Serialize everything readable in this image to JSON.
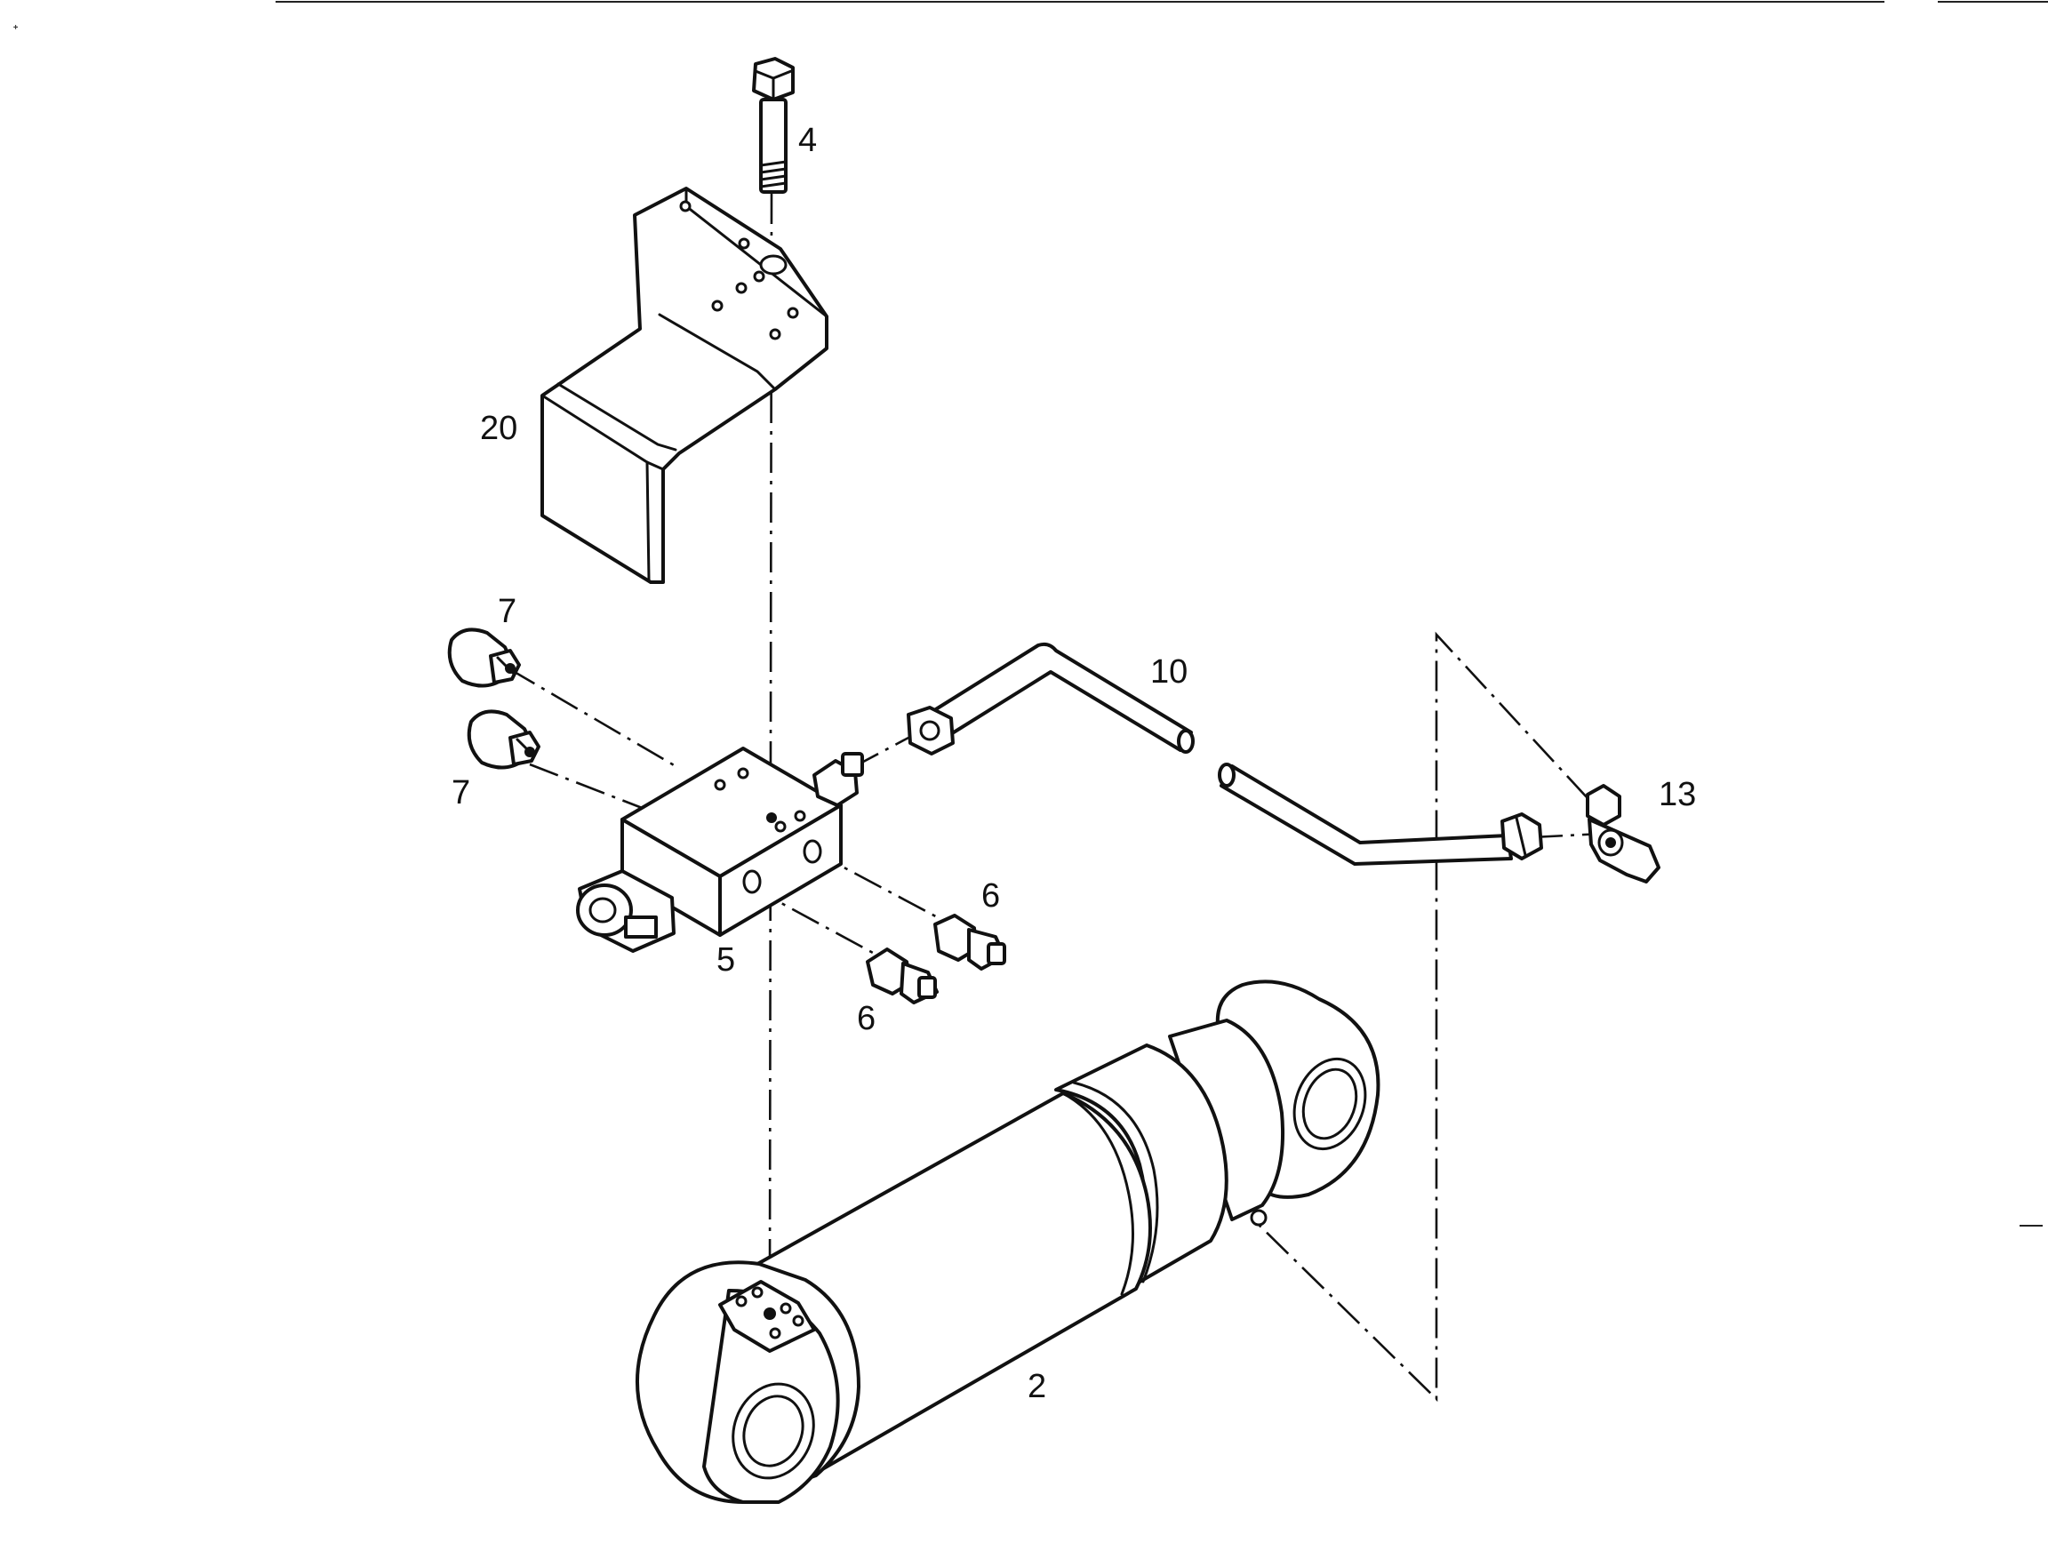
{
  "diagram": {
    "callouts": {
      "bolt": "4",
      "bracket": "20",
      "plug_upper": "7",
      "plug_lower": "7",
      "pipe": "10",
      "elbow_fitting": "13",
      "fitting_right": "6",
      "fitting_left": "6",
      "valve_block": "5",
      "cylinder": "2"
    }
  }
}
